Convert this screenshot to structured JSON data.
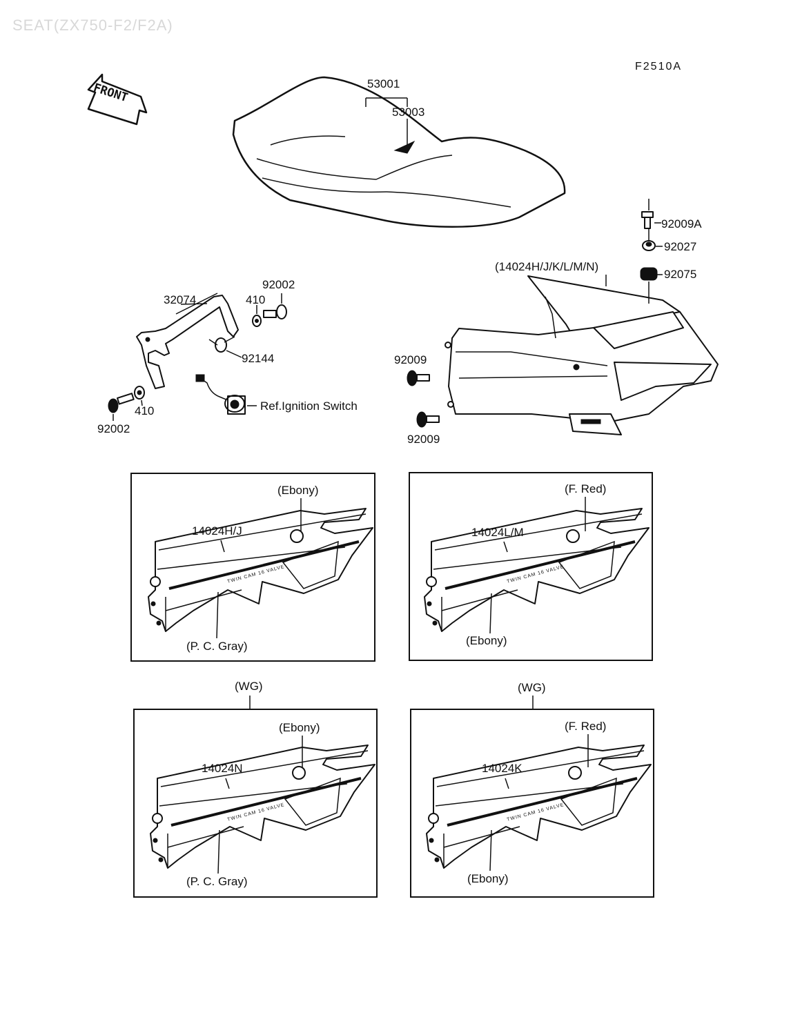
{
  "title": "SEAT(ZX750-F2/F2A)",
  "figure_code": "F2510A",
  "front_arrow": "FRONT",
  "seat": {
    "part": "53001",
    "cover": "53003"
  },
  "upper_labels": {
    "cover_assy": "(14024H/J/K/L/M/N)",
    "bolt_a": "92009A",
    "collar": "92027",
    "damper": "92075",
    "bolt_left": "92009",
    "bolt_lower": "92009",
    "bracket": "32074",
    "bolt_top": "92002",
    "washer_top": "410",
    "spring": "92144",
    "washer_bottom": "410",
    "bolt_bottom": "92002",
    "ignition_ref": "Ref.Ignition Switch"
  },
  "panels": [
    {
      "part": "14024H/J",
      "top_color": "(Ebony)",
      "bottom_color": "(P. C. Gray)",
      "group": ""
    },
    {
      "part": "14024L/M",
      "top_color": "(F. Red)",
      "bottom_color": "(Ebony)",
      "group": ""
    },
    {
      "part": "14024N",
      "top_color": "(Ebony)",
      "bottom_color": "(P. C. Gray)",
      "group": "(WG)"
    },
    {
      "part": "14024K",
      "top_color": "(F. Red)",
      "bottom_color": "(Ebony)",
      "group": "(WG)"
    }
  ],
  "decal_text": "TWIN CAM 16 VALVE"
}
